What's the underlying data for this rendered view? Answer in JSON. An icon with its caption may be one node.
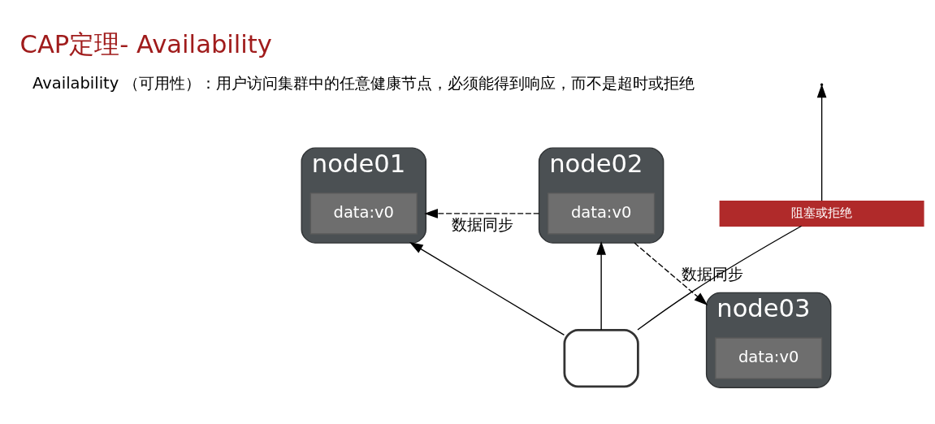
{
  "diagram": {
    "title": "CAP定理- Availability",
    "nodes": [
      {
        "text": [
          "node01"
        ]
      },
      {
        "text": [
          "data:v0"
        ],
        "in": 0
      },
      {
        "text": [
          "node02"
        ]
      },
      {
        "text": [
          "data:v0"
        ],
        "in": 2
      },
      {
        "text": [
          "node03"
        ]
      },
      {
        "text": [
          "data:v0"
        ],
        "in": 4
      },
      {
        "text": [
          "阻塞或拒绝"
        ]
      },
      {
        "text": [],
        "shape": "monitor"
      }
    ],
    "edges": [
      {
        "from": 2,
        "to": 0,
        "arrow": "to",
        "style": "dashed",
        "label": "数据同步"
      },
      {
        "from": 2,
        "to": 4,
        "arrow": "to",
        "style": "dashed",
        "label": "数据同步"
      },
      {
        "from": 7,
        "to": 0,
        "arrow": "to"
      },
      {
        "from": 7,
        "to": 2,
        "arrow": "to"
      },
      {
        "from": 7,
        "to": 6,
        "arrow": "none"
      },
      {
        "from": 6,
        "to": null,
        "arrow": "to"
      }
    ],
    "labels": [
      "Availability （可用性）：用户访问集群中的任意健康节点，必须能得到响应，而不是超时或拒绝"
    ]
  }
}
